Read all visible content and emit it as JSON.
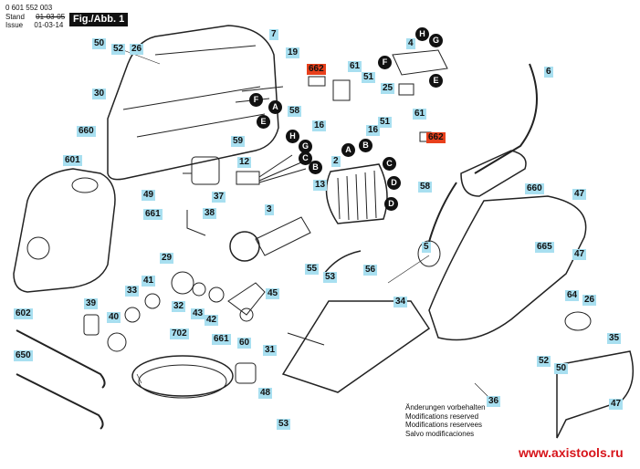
{
  "header": {
    "part_number": "0 601 552 003",
    "stand_label": "Stand",
    "stand_value": "01-03-05",
    "issue_label": "Issue",
    "issue_value": "01-03-14",
    "figure_title": "Fig./Abb. 1"
  },
  "footer": {
    "notes": [
      "Änderungen vorbehalten",
      "Modifications reserved",
      "Modifications reservees",
      "Salvo modificaciones"
    ],
    "website": "www.axistools.ru"
  },
  "colors": {
    "part_label_bg": "#a8dff0",
    "highlight_label_bg": "#e8401c",
    "connector_bg": "#111111",
    "website": "#d7141a"
  },
  "part_labels": [
    {
      "text": "50"
    },
    {
      "text": "52"
    },
    {
      "text": "26"
    },
    {
      "text": "30"
    },
    {
      "text": "660"
    },
    {
      "text": "601"
    },
    {
      "text": "7"
    },
    {
      "text": "19"
    },
    {
      "text": "662"
    },
    {
      "text": "61"
    },
    {
      "text": "51"
    },
    {
      "text": "58"
    },
    {
      "text": "16"
    },
    {
      "text": "4"
    },
    {
      "text": "25"
    },
    {
      "text": "61"
    },
    {
      "text": "51"
    },
    {
      "text": "16"
    },
    {
      "text": "662"
    },
    {
      "text": "58"
    },
    {
      "text": "6"
    },
    {
      "text": "59"
    },
    {
      "text": "12"
    },
    {
      "text": "37"
    },
    {
      "text": "38"
    },
    {
      "text": "2"
    },
    {
      "text": "13"
    },
    {
      "text": "49"
    },
    {
      "text": "661"
    },
    {
      "text": "3"
    },
    {
      "text": "29"
    },
    {
      "text": "41"
    },
    {
      "text": "33"
    },
    {
      "text": "32"
    },
    {
      "text": "43"
    },
    {
      "text": "42"
    },
    {
      "text": "661"
    },
    {
      "text": "60"
    },
    {
      "text": "45"
    },
    {
      "text": "31"
    },
    {
      "text": "39"
    },
    {
      "text": "40"
    },
    {
      "text": "602"
    },
    {
      "text": "650"
    },
    {
      "text": "702"
    },
    {
      "text": "55"
    },
    {
      "text": "53"
    },
    {
      "text": "56"
    },
    {
      "text": "34"
    },
    {
      "text": "48"
    },
    {
      "text": "53"
    },
    {
      "text": "5"
    },
    {
      "text": "660"
    },
    {
      "text": "47"
    },
    {
      "text": "665"
    },
    {
      "text": "47"
    },
    {
      "text": "64"
    },
    {
      "text": "26"
    },
    {
      "text": "52"
    },
    {
      "text": "50"
    },
    {
      "text": "35"
    },
    {
      "text": "47"
    },
    {
      "text": "36"
    }
  ],
  "connector_labels": [
    {
      "text": "H"
    },
    {
      "text": "G"
    },
    {
      "text": "F"
    },
    {
      "text": "E"
    },
    {
      "text": "F"
    },
    {
      "text": "A"
    },
    {
      "text": "E"
    },
    {
      "text": "H"
    },
    {
      "text": "G"
    },
    {
      "text": "C"
    },
    {
      "text": "B"
    },
    {
      "text": "A"
    },
    {
      "text": "B"
    },
    {
      "text": "C"
    },
    {
      "text": "D"
    },
    {
      "text": "D"
    }
  ]
}
